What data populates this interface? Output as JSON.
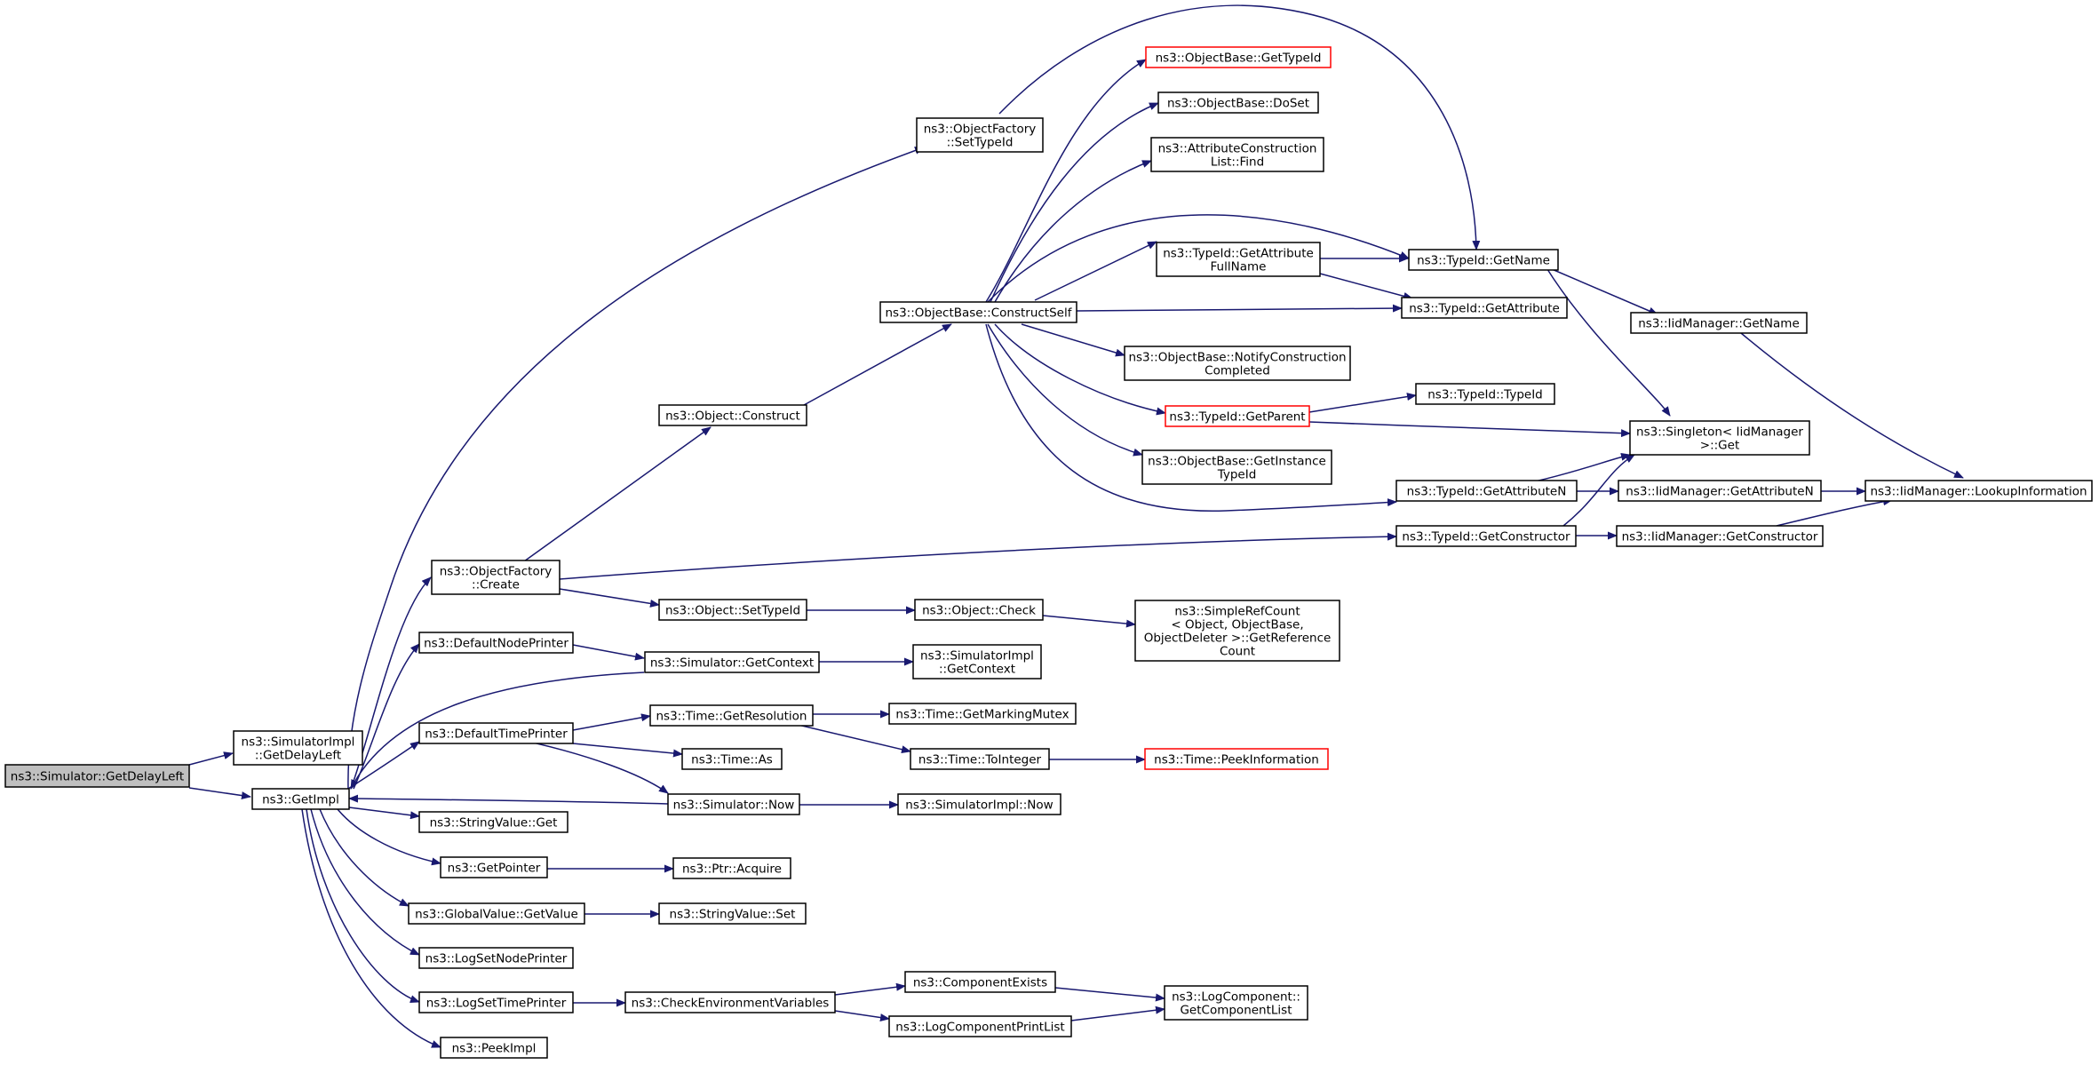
{
  "graph": {
    "edge_color": "#191970",
    "root_fill": "#bfbfbf",
    "highlight_border": "#ff0000",
    "nodes": {
      "n_root": {
        "lines": [
          "ns3::Simulator::GetDelayLeft"
        ]
      },
      "n_simimpl_getdelay": {
        "lines": [
          "ns3::SimulatorImpl",
          "::GetDelayLeft"
        ]
      },
      "n_getimpl": {
        "lines": [
          "ns3::GetImpl"
        ]
      },
      "n_objfactory_settypeid": {
        "lines": [
          "ns3::ObjectFactory",
          "::SetTypeId"
        ]
      },
      "n_objfactory_create": {
        "lines": [
          "ns3::ObjectFactory",
          "::Create"
        ]
      },
      "n_defaultnodeprinter": {
        "lines": [
          "ns3::DefaultNodePrinter"
        ]
      },
      "n_defaulttimeprinter": {
        "lines": [
          "ns3::DefaultTimePrinter"
        ]
      },
      "n_stringvalue_get": {
        "lines": [
          "ns3::StringValue::Get"
        ]
      },
      "n_getpointer": {
        "lines": [
          "ns3::GetPointer"
        ]
      },
      "n_globalvalue_getvalue": {
        "lines": [
          "ns3::GlobalValue::GetValue"
        ]
      },
      "n_logsetnodeprinter": {
        "lines": [
          "ns3::LogSetNodePrinter"
        ]
      },
      "n_logsettimeprinter": {
        "lines": [
          "ns3::LogSetTimePrinter"
        ]
      },
      "n_peekimpl": {
        "lines": [
          "ns3::PeekImpl"
        ]
      },
      "n_object_construct": {
        "lines": [
          "ns3::Object::Construct"
        ]
      },
      "n_object_settypeid": {
        "lines": [
          "ns3::Object::SetTypeId"
        ]
      },
      "n_simulator_getcontext": {
        "lines": [
          "ns3::Simulator::GetContext"
        ]
      },
      "n_time_getresolution": {
        "lines": [
          "ns3::Time::GetResolution"
        ]
      },
      "n_time_as": {
        "lines": [
          "ns3::Time::As"
        ]
      },
      "n_simulator_now": {
        "lines": [
          "ns3::Simulator::Now"
        ]
      },
      "n_ptr_acquire": {
        "lines": [
          "ns3::Ptr::Acquire"
        ]
      },
      "n_stringvalue_set": {
        "lines": [
          "ns3::StringValue::Set"
        ]
      },
      "n_checkenv": {
        "lines": [
          "ns3::CheckEnvironmentVariables"
        ]
      },
      "n_objbase_constructself": {
        "lines": [
          "ns3::ObjectBase::ConstructSelf"
        ]
      },
      "n_object_check": {
        "lines": [
          "ns3::Object::Check"
        ]
      },
      "n_simimpl_getcontext": {
        "lines": [
          "ns3::SimulatorImpl",
          "::GetContext"
        ]
      },
      "n_time_getmarkingmutex": {
        "lines": [
          "ns3::Time::GetMarkingMutex"
        ]
      },
      "n_time_tointeger": {
        "lines": [
          "ns3::Time::ToInteger"
        ]
      },
      "n_simimpl_now": {
        "lines": [
          "ns3::SimulatorImpl::Now"
        ]
      },
      "n_componentexists": {
        "lines": [
          "ns3::ComponentExists"
        ]
      },
      "n_logcomponentprintlist": {
        "lines": [
          "ns3::LogComponentPrintList"
        ]
      },
      "n_objbase_gettypeid": {
        "lines": [
          "ns3::ObjectBase::GetTypeId"
        ]
      },
      "n_objbase_doset": {
        "lines": [
          "ns3::ObjectBase::DoSet"
        ]
      },
      "n_attrconstructionlist_find": {
        "lines": [
          "ns3::AttributeConstruction",
          "List::Find"
        ]
      },
      "n_typeid_getattrfullname": {
        "lines": [
          "ns3::TypeId::GetAttribute",
          "FullName"
        ]
      },
      "n_objbase_notifyconstruction": {
        "lines": [
          "ns3::ObjectBase::NotifyConstruction",
          "Completed"
        ]
      },
      "n_typeid_getparent": {
        "lines": [
          "ns3::TypeId::GetParent"
        ]
      },
      "n_objbase_getinstancetypeid": {
        "lines": [
          "ns3::ObjectBase::GetInstance",
          "TypeId"
        ]
      },
      "n_simplerefcount": {
        "lines": [
          "ns3::SimpleRefCount",
          "< Object, ObjectBase,",
          "ObjectDeleter >::GetReference",
          "Count"
        ]
      },
      "n_time_peekinformation": {
        "lines": [
          "ns3::Time::PeekInformation"
        ]
      },
      "n_logcomponent_getlist": {
        "lines": [
          "ns3::LogComponent::",
          "GetComponentList"
        ]
      },
      "n_typeid_getname": {
        "lines": [
          "ns3::TypeId::GetName"
        ]
      },
      "n_typeid_getattribute": {
        "lines": [
          "ns3::TypeId::GetAttribute"
        ]
      },
      "n_typeid_typeid": {
        "lines": [
          "ns3::TypeId::TypeId"
        ]
      },
      "n_typeid_getattributen": {
        "lines": [
          "ns3::TypeId::GetAttributeN"
        ]
      },
      "n_typeid_getconstructor": {
        "lines": [
          "ns3::TypeId::GetConstructor"
        ]
      },
      "n_iidmanager_getname": {
        "lines": [
          "ns3::IidManager::GetName"
        ]
      },
      "n_singleton_get": {
        "lines": [
          "ns3::Singleton< IidManager",
          ">::Get"
        ]
      },
      "n_iidmanager_getattributen": {
        "lines": [
          "ns3::IidManager::GetAttributeN"
        ]
      },
      "n_iidmanager_getconstructor": {
        "lines": [
          "ns3::IidManager::GetConstructor"
        ]
      },
      "n_iidmanager_lookupinfo": {
        "lines": [
          "ns3::IidManager::LookupInformation"
        ]
      }
    }
  }
}
